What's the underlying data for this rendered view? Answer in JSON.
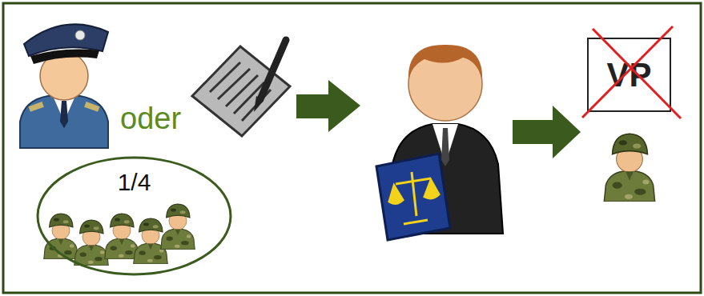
{
  "diagram": {
    "nodes": [
      {
        "text": [
          "1/4"
        ]
      },
      {
        "text": [
          "VP"
        ]
      }
    ],
    "labels": [
      "oder"
    ]
  }
}
